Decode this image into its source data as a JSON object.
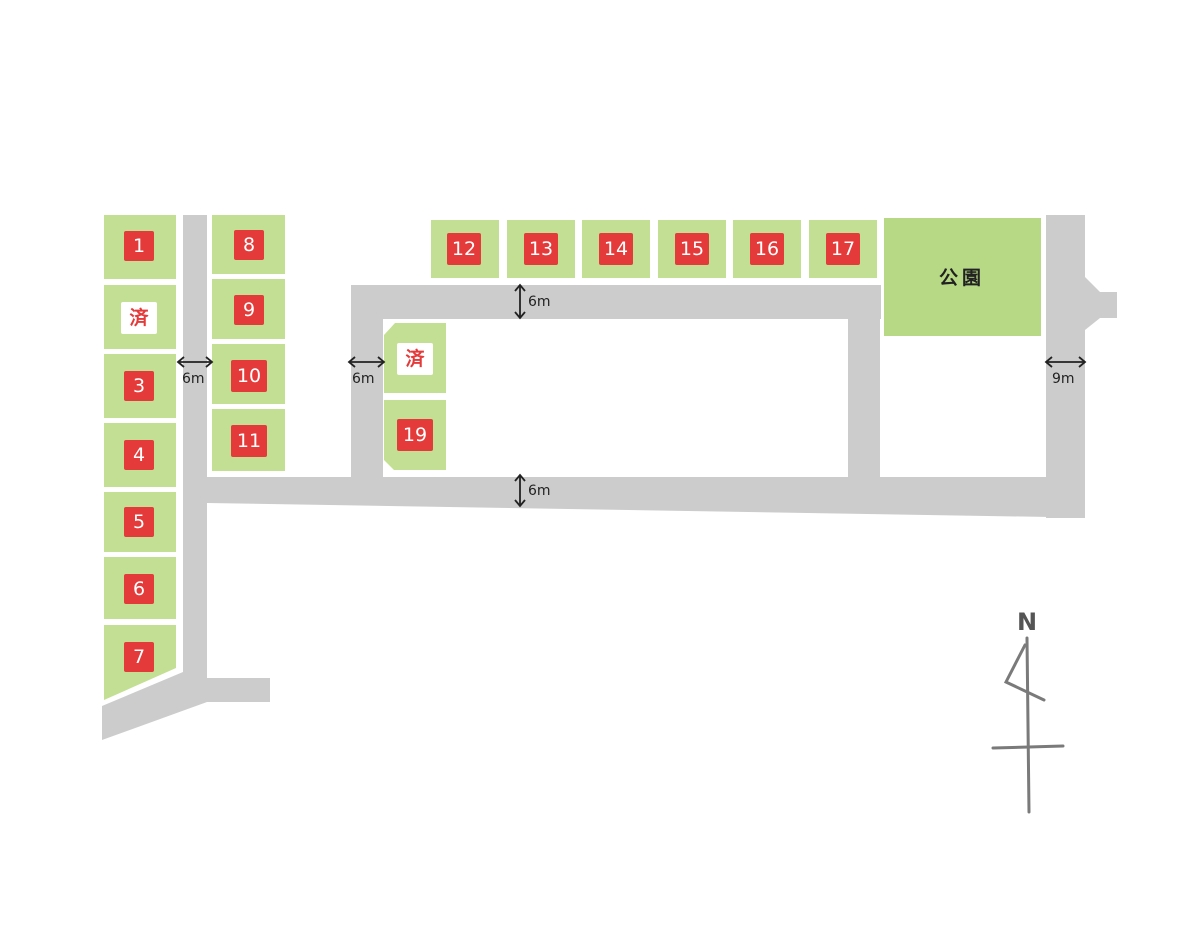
{
  "lots": [
    {
      "id": "lot-1",
      "label": "1",
      "sold": false
    },
    {
      "id": "lot-2",
      "label": "済",
      "sold": true
    },
    {
      "id": "lot-3",
      "label": "3",
      "sold": false
    },
    {
      "id": "lot-4",
      "label": "4",
      "sold": false
    },
    {
      "id": "lot-5",
      "label": "5",
      "sold": false
    },
    {
      "id": "lot-6",
      "label": "6",
      "sold": false
    },
    {
      "id": "lot-7",
      "label": "7",
      "sold": false
    },
    {
      "id": "lot-8",
      "label": "8",
      "sold": false
    },
    {
      "id": "lot-9",
      "label": "9",
      "sold": false
    },
    {
      "id": "lot-10",
      "label": "10",
      "sold": false
    },
    {
      "id": "lot-11",
      "label": "11",
      "sold": false
    },
    {
      "id": "lot-12",
      "label": "12",
      "sold": false
    },
    {
      "id": "lot-13",
      "label": "13",
      "sold": false
    },
    {
      "id": "lot-14",
      "label": "14",
      "sold": false
    },
    {
      "id": "lot-15",
      "label": "15",
      "sold": false
    },
    {
      "id": "lot-16",
      "label": "16",
      "sold": false
    },
    {
      "id": "lot-17",
      "label": "17",
      "sold": false
    },
    {
      "id": "lot-18",
      "label": "済",
      "sold": true
    },
    {
      "id": "lot-19",
      "label": "19",
      "sold": false
    }
  ],
  "park": {
    "label": "公園"
  },
  "road_widths": {
    "west": "6m",
    "middle": "6m",
    "north": "6m",
    "south": "6m",
    "east": "9m"
  },
  "north_arrow": {
    "label": "N"
  },
  "colors": {
    "lot": "#c3df93",
    "park": "#b7d985",
    "road": "#cccccc",
    "available_tag": "#e53a3a",
    "sold_tag": "#ffffff"
  }
}
